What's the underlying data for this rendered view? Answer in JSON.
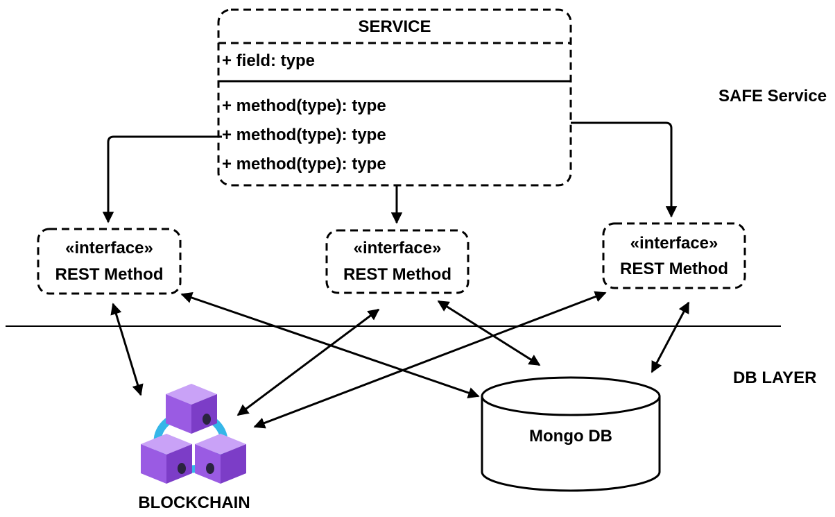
{
  "service": {
    "title": "SERVICE",
    "field": "+ field: type",
    "methods": [
      "+ method(type): type",
      "+ method(type): type",
      "+ method(type): type"
    ]
  },
  "layers": {
    "service_layer": "SAFE Service",
    "db_layer": "DB LAYER"
  },
  "interfaces": [
    {
      "stereotype": "«interface»",
      "name": "REST Method"
    },
    {
      "stereotype": "«interface»",
      "name": "REST Method"
    },
    {
      "stereotype": "«interface»",
      "name": "REST Method"
    }
  ],
  "database": {
    "label": "Mongo DB"
  },
  "blockchain": {
    "label": "BLOCKCHAIN"
  },
  "colors": {
    "line": "#000000",
    "cube_top": "#b98af5",
    "cube_left": "#9556e0",
    "cube_right": "#7a3bc4",
    "ring": "#35b6e8"
  }
}
